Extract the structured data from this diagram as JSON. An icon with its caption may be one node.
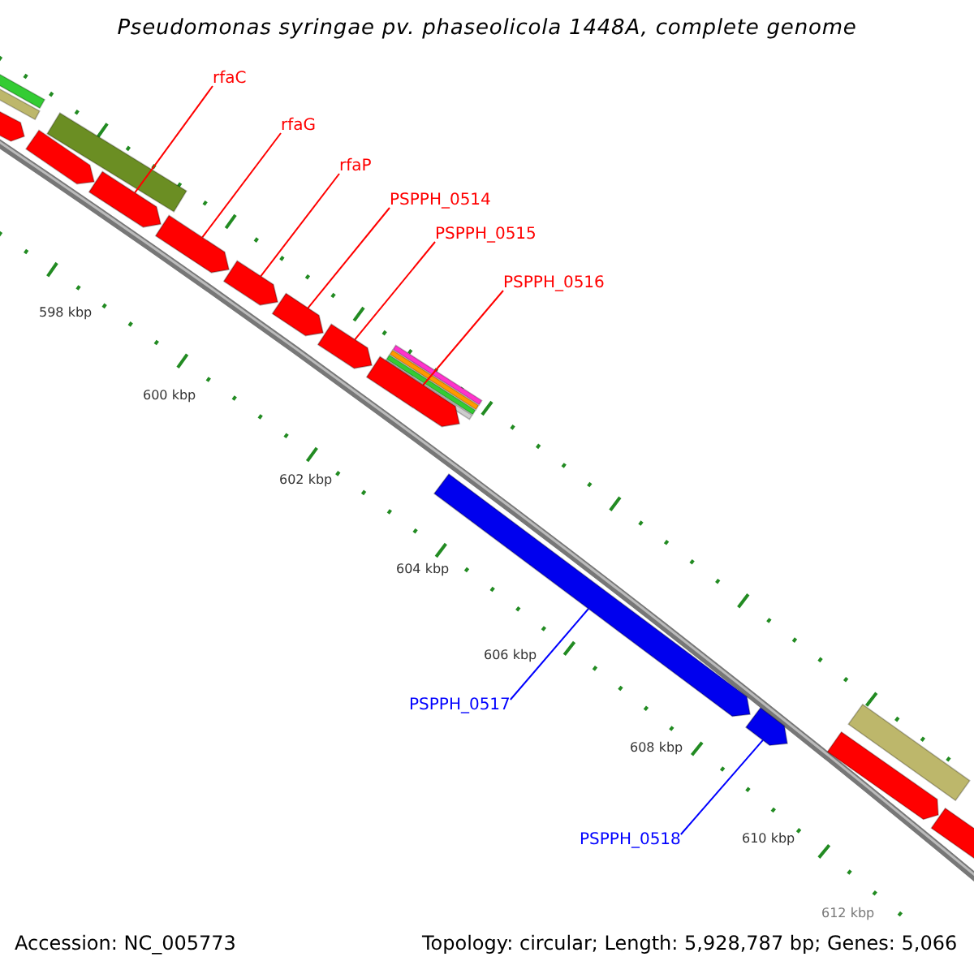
{
  "diagram": {
    "title": "Pseudomonas syringae pv. phaseolicola 1448A, complete genome",
    "nodes": [
      {
        "text": [
          "rfaC"
        ]
      },
      {
        "text": [
          "rfaG"
        ]
      },
      {
        "text": [
          "rfaP"
        ]
      },
      {
        "text": [
          "PSPPH_0514"
        ]
      },
      {
        "text": [
          "PSPPH_0515"
        ]
      },
      {
        "text": [
          "PSPPH_0516"
        ]
      },
      {
        "text": [
          "PSPPH_0517"
        ]
      },
      {
        "text": [
          "PSPPH_0518"
        ]
      },
      {
        "text": [],
        "shape": "bar"
      },
      {
        "text": [],
        "shape": "bar"
      },
      {
        "text": [],
        "shape": "bar"
      },
      {
        "text": [],
        "shape": "bar"
      },
      {
        "text": [],
        "shape": "bar"
      },
      {
        "text": [],
        "shape": "bar"
      },
      {
        "text": [],
        "shape": "bar"
      },
      {
        "text": [],
        "shape": "bar"
      }
    ],
    "edges": [
      {
        "from": 0,
        "to": 8,
        "arrow": "none"
      },
      {
        "from": 1,
        "to": 9,
        "arrow": "none"
      },
      {
        "from": 2,
        "to": 10,
        "arrow": "none"
      },
      {
        "from": 3,
        "to": 11,
        "arrow": "none"
      },
      {
        "from": 4,
        "to": 12,
        "arrow": "none"
      },
      {
        "from": 5,
        "to": 13,
        "arrow": "none"
      },
      {
        "from": 6,
        "to": 14,
        "arrow": "none",
        "color": "#0000ff"
      },
      {
        "from": 7,
        "to": 15,
        "arrow": "none",
        "color": "#0000ff"
      }
    ],
    "labels": [
      "598 kbp",
      "600 kbp",
      "602 kbp",
      "604 kbp",
      "606 kbp",
      "608 kbp",
      "610 kbp",
      "612 kbp",
      "Accession: NC_005773",
      "Topology: circular; Length: 5,928,787 bp; Genes: 5,066"
    ]
  }
}
